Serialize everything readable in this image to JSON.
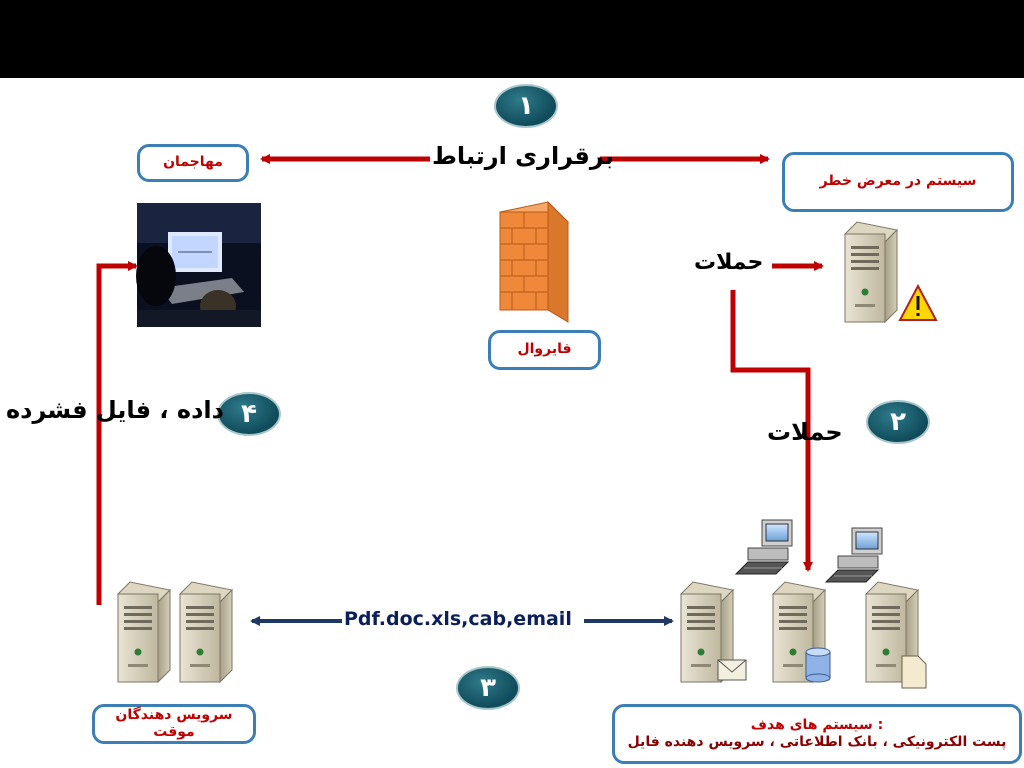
{
  "nodes": {
    "attacker": "مهاجمان",
    "endangered_system": "سیستم در معرض خطر",
    "firewall": "فایروال",
    "temp_service": "سرویس دهندگان موقت",
    "target_title": "سیستم های هدف :",
    "target_list": "پست الکترونیکی ، بانک اطلاعاتی ، سرویس دهنده فایل"
  },
  "steps": [
    {
      "number": "۱",
      "label": "برقراری ارتباط"
    },
    {
      "number": "۲",
      "label": "حملات"
    },
    {
      "number": "۳",
      "label": "Pdf.doc.xls,cab,email"
    },
    {
      "number": "۴",
      "label": "داده ، فایل فشرده"
    }
  ],
  "attack_label": "حملات",
  "colors": {
    "arrow_red": "#c00000",
    "arrow_blue": "#1f3864",
    "badge_border": "#3b7fb6",
    "circle": "#0f4b5a"
  }
}
